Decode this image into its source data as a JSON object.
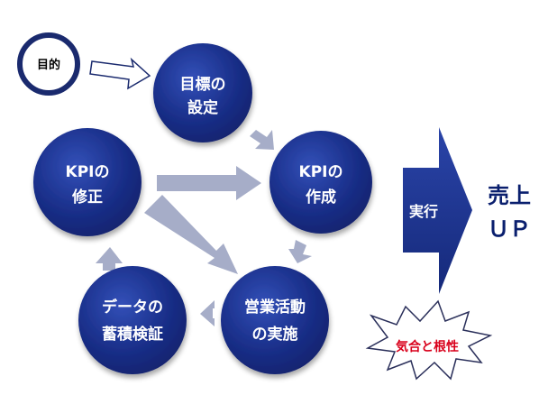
{
  "purpose": {
    "label": "目的"
  },
  "nodes": {
    "goal": {
      "line1": "目標の",
      "line2": "設定"
    },
    "kpi_create": {
      "line1": "KPIの",
      "line2": "作成"
    },
    "sales": {
      "line1": "営業活動",
      "line2": "の実施"
    },
    "data": {
      "line1": "データの",
      "line2": "蓄積検証"
    },
    "kpi_fix": {
      "line1": "KPIの",
      "line2": "修正"
    }
  },
  "execute": {
    "label": "実行"
  },
  "result": {
    "line1": "売上",
    "line2": "ＵＰ"
  },
  "burst": {
    "label": "気合と根性"
  },
  "colors": {
    "node_fill": "#1a2f8a",
    "node_highlight": "#3350b8",
    "arrow_gray": "#a6adc8",
    "execute_fill": "#1f3594",
    "result_text": "#0a1f6e",
    "burst_text": "#d9001b",
    "purpose_ring": "#1a2a6e"
  }
}
